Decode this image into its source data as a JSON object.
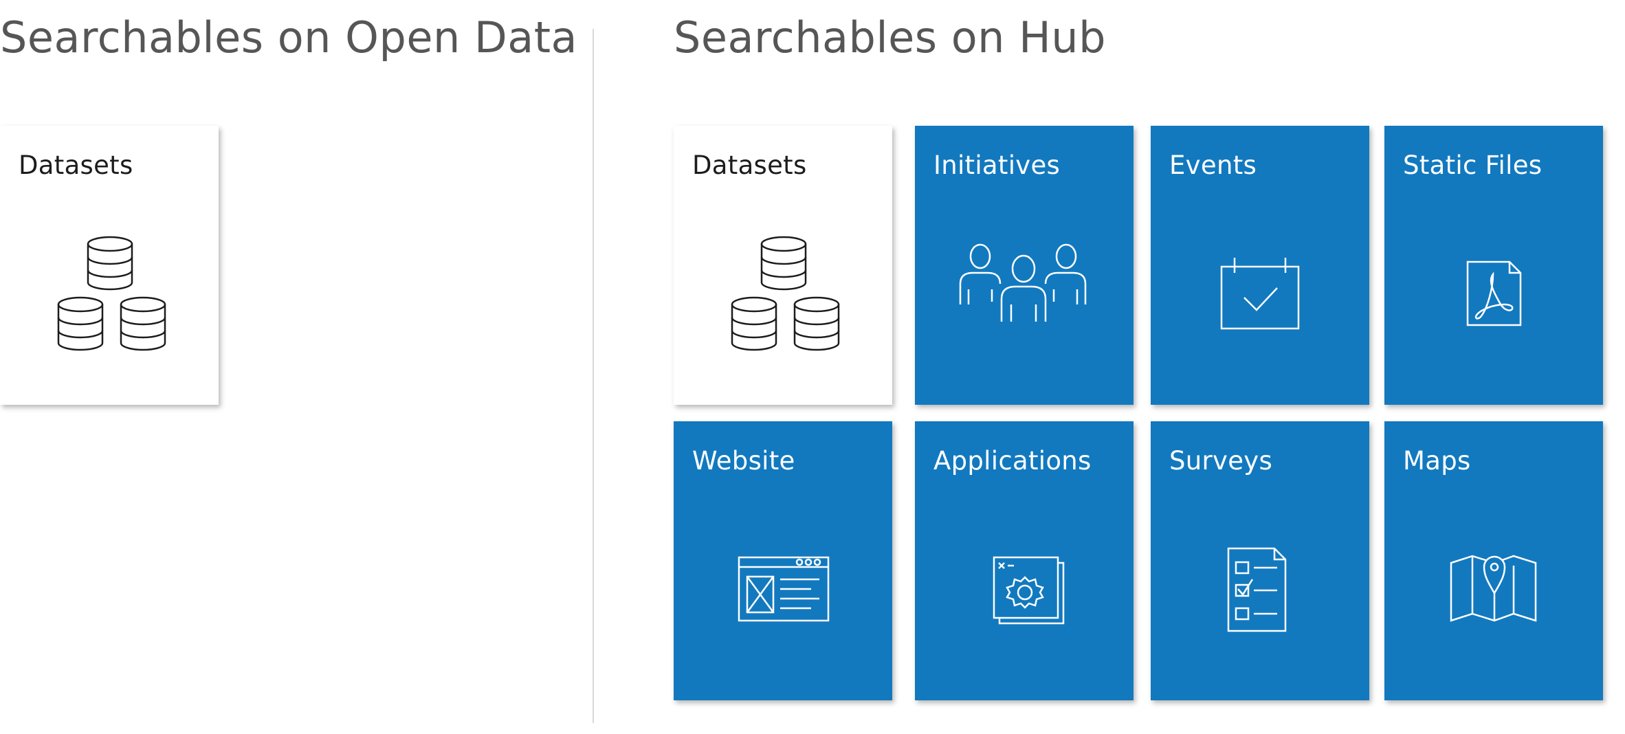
{
  "headings": {
    "open_data": "Searchables on Open Data",
    "hub": "Searchables on Hub"
  },
  "open_data_tiles": [
    {
      "label": "Datasets",
      "icon": "database-stack-icon"
    }
  ],
  "hub_tiles": [
    {
      "label": "Datasets",
      "icon": "database-stack-icon"
    },
    {
      "label": "Initiatives",
      "icon": "people-group-icon"
    },
    {
      "label": "Events",
      "icon": "calendar-check-icon"
    },
    {
      "label": "Static Files",
      "icon": "pdf-file-icon"
    },
    {
      "label": "Website",
      "icon": "browser-window-icon"
    },
    {
      "label": "Applications",
      "icon": "app-gear-icon"
    },
    {
      "label": "Surveys",
      "icon": "survey-checklist-icon"
    },
    {
      "label": "Maps",
      "icon": "map-pin-icon"
    }
  ],
  "colors": {
    "tile_blue": "#1279bf",
    "tile_white": "#ffffff",
    "heading_text": "#565656",
    "divider": "#d8d8d8"
  }
}
